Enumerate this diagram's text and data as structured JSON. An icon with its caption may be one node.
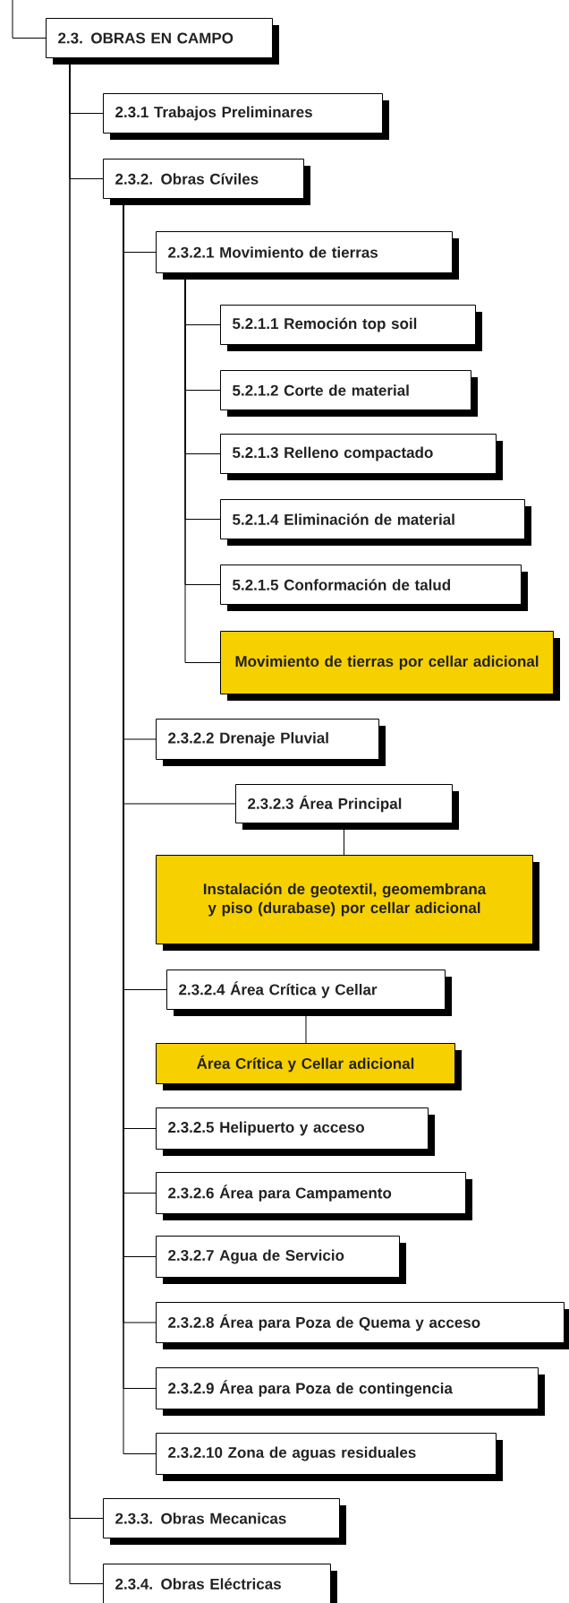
{
  "diagram": {
    "nodes": [
      {
        "text": [
          "2.3. OBRAS EN CAMPO"
        ]
      },
      {
        "text": [
          "2.3.1 Trabajos Preliminares"
        ]
      },
      {
        "text": [
          "2.3.2. Obras Cíviles"
        ]
      },
      {
        "text": [
          "2.3.2.1 Movimiento de tierras"
        ]
      },
      {
        "text": [
          "5.2.1.1 Remoción top soil"
        ]
      },
      {
        "text": [
          "5.2.1.2 Corte de material"
        ]
      },
      {
        "text": [
          "5.2.1.3 Relleno compactado"
        ]
      },
      {
        "text": [
          "5.2.1.4 Eliminación de material"
        ]
      },
      {
        "text": [
          "5.2.1.5 Conformación de talud"
        ]
      },
      {
        "text": [
          "Movimiento de tierras por cellar adicional"
        ]
      },
      {
        "text": [
          "2.3.2.2 Drenaje Pluvial"
        ]
      },
      {
        "text": [
          "2.3.2.3 Área Principal"
        ]
      },
      {
        "text": [
          "Instalación de geotextil, geomembrana y piso (durabase) por cellar adicional"
        ]
      },
      {
        "text": [
          "2.3.2.4 Área Crítica y Cellar"
        ]
      },
      {
        "text": [
          "Área Crítica y Cellar adicional"
        ]
      },
      {
        "text": [
          "2.3.2.5 Helipuerto y acceso"
        ]
      },
      {
        "text": [
          "2.3.2.6 Área para Campamento"
        ]
      },
      {
        "text": [
          "2.3.2.7 Agua de Servicio"
        ]
      },
      {
        "text": [
          "2.3.2.8 Área para Poza de Quema y acceso"
        ]
      },
      {
        "text": [
          "2.3.2.9 Área para Poza de contingencia"
        ]
      },
      {
        "text": [
          "2.3.2.10 Zona de aguas residuales"
        ]
      },
      {
        "text": [
          "2.3.3. Obras Mecanicas"
        ]
      },
      {
        "text": [
          "2.3.4. Obras Eléctricas"
        ]
      }
    ],
    "edges": [
      {
        "from": null,
        "to": 0,
        "arrow": "none"
      },
      {
        "from": 0,
        "to": 1,
        "arrow": "none"
      },
      {
        "from": 0,
        "to": 2,
        "arrow": "none"
      },
      {
        "from": 2,
        "to": 3,
        "arrow": "none"
      },
      {
        "from": 3,
        "to": 4,
        "arrow": "none"
      },
      {
        "from": 3,
        "to": 5,
        "arrow": "none"
      },
      {
        "from": 3,
        "to": 6,
        "arrow": "none"
      },
      {
        "from": 3,
        "to": 7,
        "arrow": "none"
      },
      {
        "from": 3,
        "to": 8,
        "arrow": "none"
      },
      {
        "from": 3,
        "to": 9,
        "arrow": "none"
      },
      {
        "from": 2,
        "to": 10,
        "arrow": "none"
      },
      {
        "from": 2,
        "to": 11,
        "arrow": "none"
      },
      {
        "from": 11,
        "to": 12,
        "arrow": "none"
      },
      {
        "from": 2,
        "to": 13,
        "arrow": "none"
      },
      {
        "from": 13,
        "to": 14,
        "arrow": "none"
      },
      {
        "from": 2,
        "to": 15,
        "arrow": "none"
      },
      {
        "from": 2,
        "to": 16,
        "arrow": "none"
      },
      {
        "from": 2,
        "to": 17,
        "arrow": "none"
      },
      {
        "from": 2,
        "to": 18,
        "arrow": "none"
      },
      {
        "from": 2,
        "to": 19,
        "arrow": "none"
      },
      {
        "from": 2,
        "to": 20,
        "arrow": "none"
      },
      {
        "from": 0,
        "to": 21,
        "arrow": "none"
      },
      {
        "from": 0,
        "to": 22,
        "arrow": "none"
      }
    ]
  }
}
